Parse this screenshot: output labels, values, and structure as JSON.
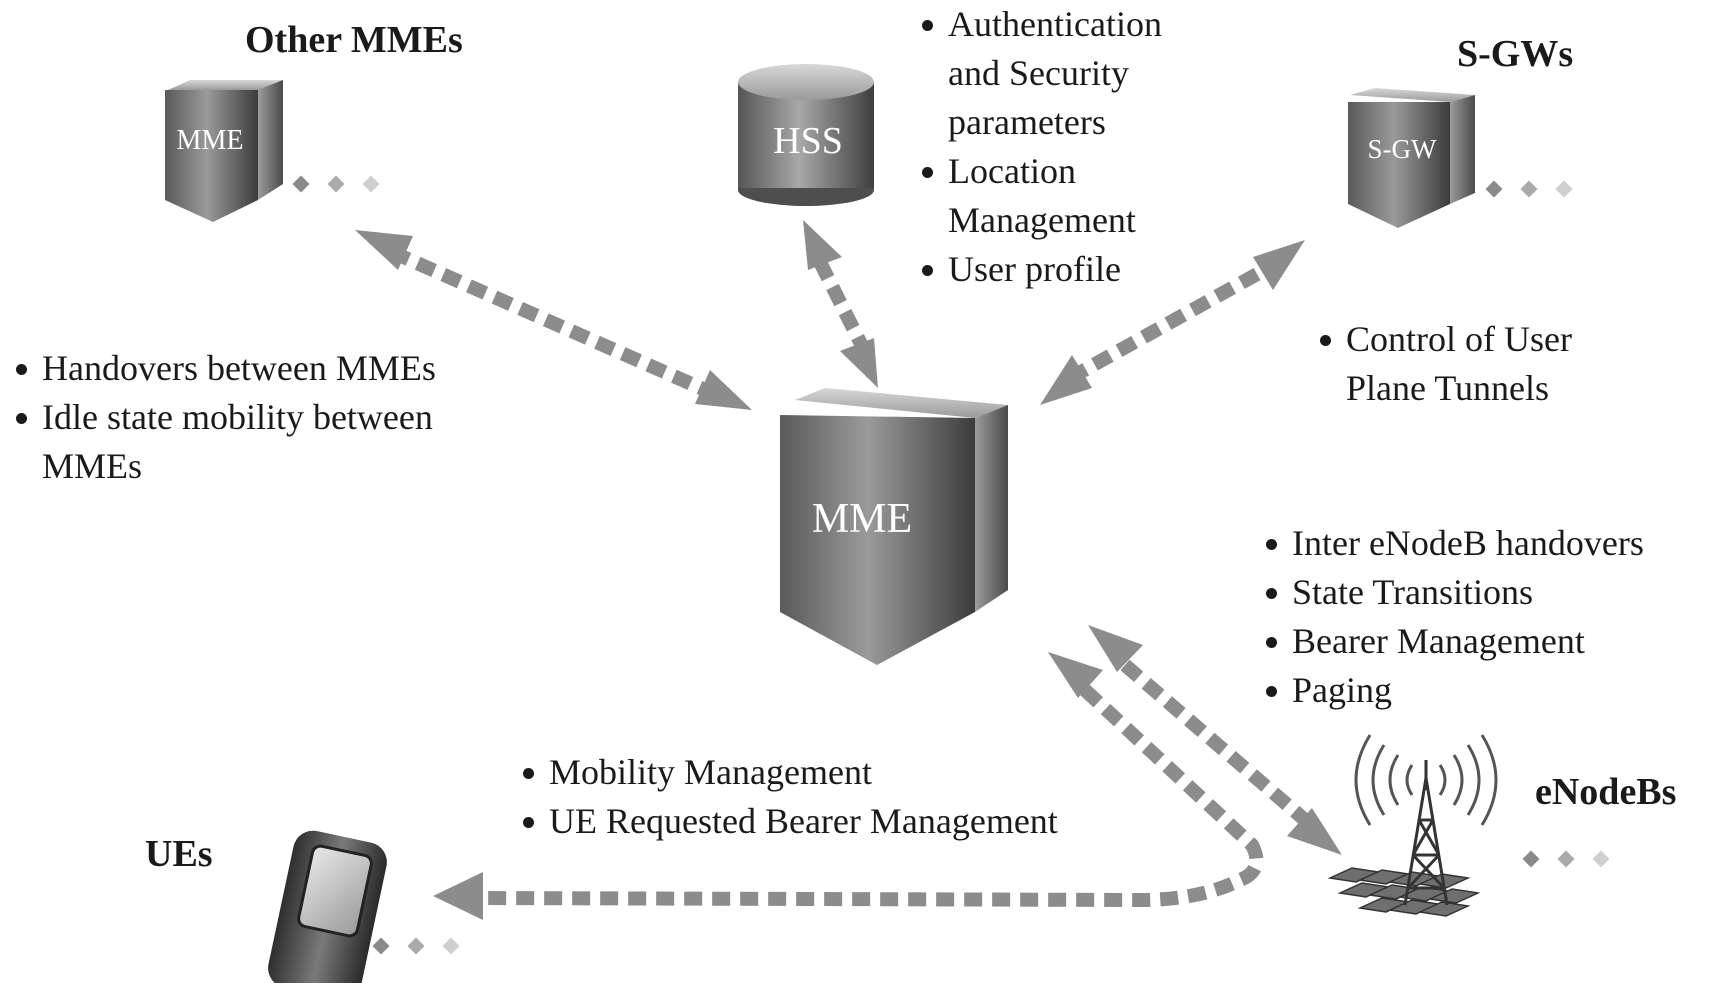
{
  "headers": {
    "other_mmes": "Other MMEs",
    "sgws": "S-GWs",
    "ues": "UEs",
    "enodebs": "eNodeBs"
  },
  "devices": {
    "mme_center": "MME",
    "mme_other": "MME",
    "hss": "HSS",
    "sgw": "S-GW"
  },
  "bullets": {
    "hss": [
      "Authentication",
      "and Security",
      "parameters",
      "Location",
      "Management",
      "User profile"
    ],
    "mme_peers": [
      "Handovers between MMEs",
      "Idle state mobility between",
      "MMEs"
    ],
    "sgw": [
      "Control of User",
      "Plane Tunnels"
    ],
    "enodeb": [
      "Inter eNodeB handovers",
      "State Transitions",
      "Bearer Management",
      "Paging"
    ],
    "ue": [
      "Mobility Management",
      "UE Requested Bearer Management"
    ]
  },
  "colors": {
    "arrow": "#8c8c8c",
    "device_dark": "#4a4a4a",
    "device_light": "#c8c8c8"
  }
}
